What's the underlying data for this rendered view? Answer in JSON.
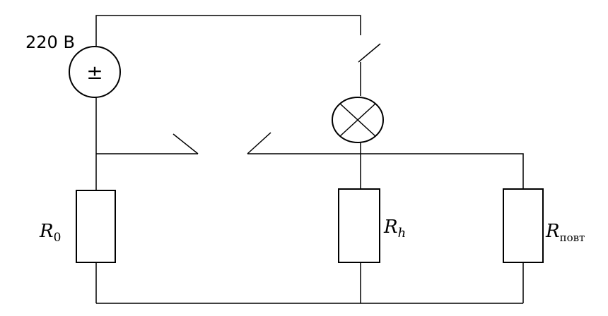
{
  "source": {
    "voltage_label": "220 B",
    "symbol": "±"
  },
  "resistors": [
    {
      "name": "R",
      "subscript": "0"
    },
    {
      "name": "R",
      "subscript": "h"
    },
    {
      "name": "R",
      "subscript": "повт"
    }
  ],
  "components": {
    "lamp": "lamp-icon",
    "switch_main": "open-switch",
    "switch_break": "open-break-switch"
  },
  "colors": {
    "stroke": "#000000",
    "background": "#ffffff"
  }
}
